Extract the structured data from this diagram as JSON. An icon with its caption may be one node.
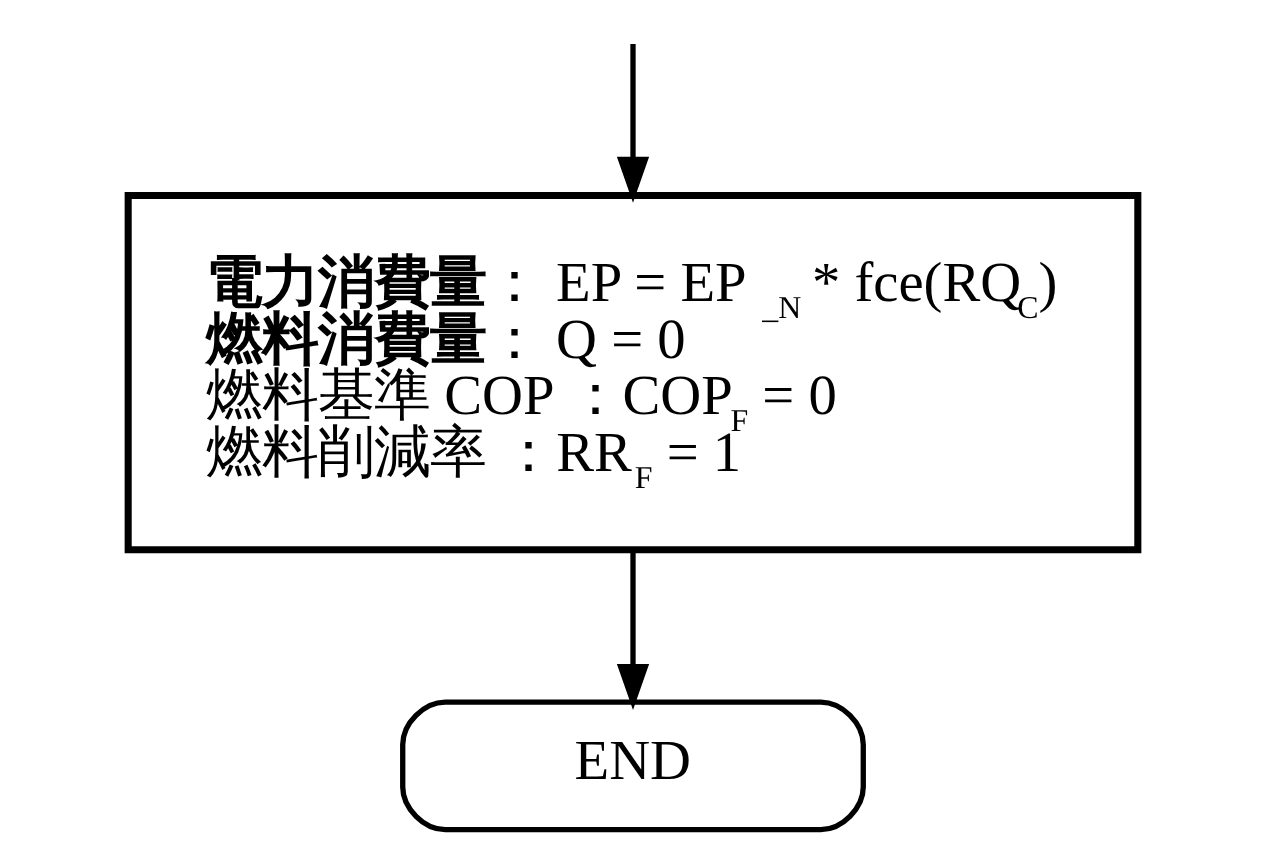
{
  "diagram": {
    "nodes": [
      {
        "text": [
          "**電力消費量** ： EP = EP$_{_N}$ * fce(RQ$_{C}$)",
          "**燃料消費量** ： Q = 0",
          "燃料基準 COP ：COP$_{F}$ = 0",
          "燃料削減率 ：RR$_{F}$ = 1"
        ]
      },
      {
        "text": [
          "END"
        ]
      }
    ],
    "edges": [
      {
        "from": null,
        "to": 0,
        "arrow": "to"
      },
      {
        "from": 0,
        "to": 1,
        "arrow": "to"
      }
    ]
  }
}
